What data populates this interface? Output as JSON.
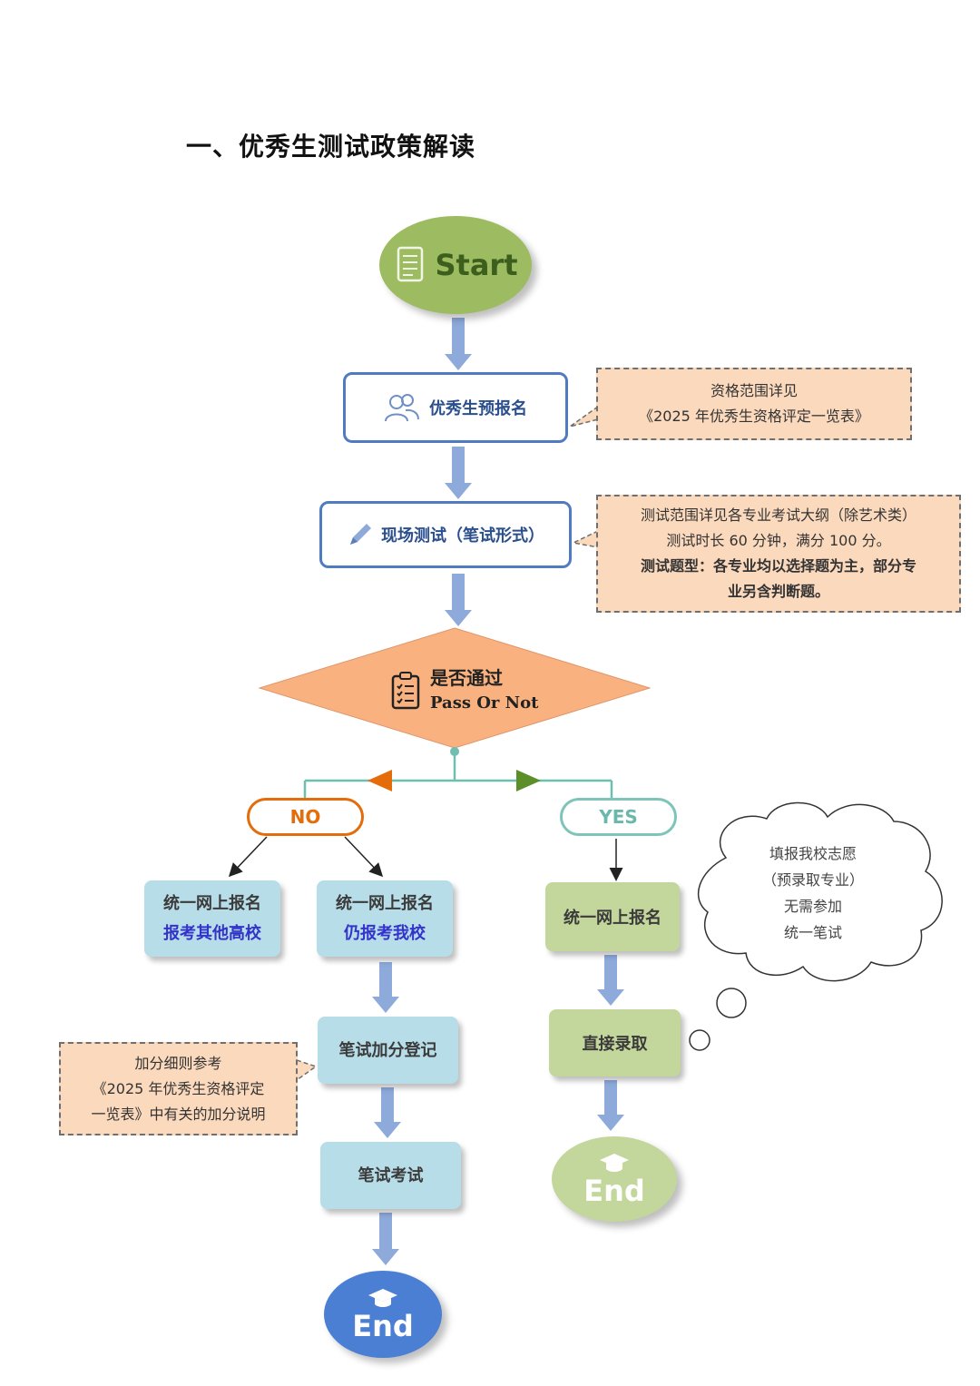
{
  "section_title": "一、优秀生测试政策解读",
  "start": {
    "label": "Start"
  },
  "steps": {
    "register": {
      "label": "优秀生预报名"
    },
    "test": {
      "label": "现场测试（笔试形式）"
    }
  },
  "notes": {
    "eligibility": {
      "line1": "资格范围详见",
      "line2": "《2025 年优秀生资格评定一览表》"
    },
    "test": {
      "line1": "测试范围详见各专业考试大纲（除艺术类）",
      "line2": "测试时长 60 分钟，满分 100 分。",
      "line3": "测试题型：各专业均以选择题为主，部分专",
      "line4": "业另含判断题。"
    },
    "bonus": {
      "line1": "加分细则参考",
      "line2": "《2025 年优秀生资格评定",
      "line3": "一览表》中有关的加分说明"
    }
  },
  "decision": {
    "label_zh": "是否通过",
    "label_en": "Pass Or Not"
  },
  "branches": {
    "no": "NO",
    "yes": "YES"
  },
  "no_branch": {
    "other_school": {
      "line1": "统一网上报名",
      "line2": "报考其他高校"
    },
    "our_school": {
      "line1": "统一网上报名",
      "line2": "仍报考我校"
    },
    "bonus_register": "笔试加分登记",
    "written_exam": "笔试考试",
    "end": "End"
  },
  "yes_branch": {
    "register": "统一网上报名",
    "admit": "直接录取",
    "end": "End"
  },
  "cloud": {
    "line1": "填报我校志愿",
    "line2": "（预录取专业）",
    "line3": "无需参加",
    "line4": "统一笔试"
  },
  "colors": {
    "start_green": "#9dbb61",
    "process_border": "#4f7cc0",
    "note_fill": "#fbd9bd",
    "decision_fill": "#f9b27f",
    "no_orange": "#e46c0a",
    "yes_teal": "#7fc4bb",
    "light_blue": "#b7dde8",
    "light_green": "#c3d69b",
    "end_blue": "#4a7fd4"
  }
}
